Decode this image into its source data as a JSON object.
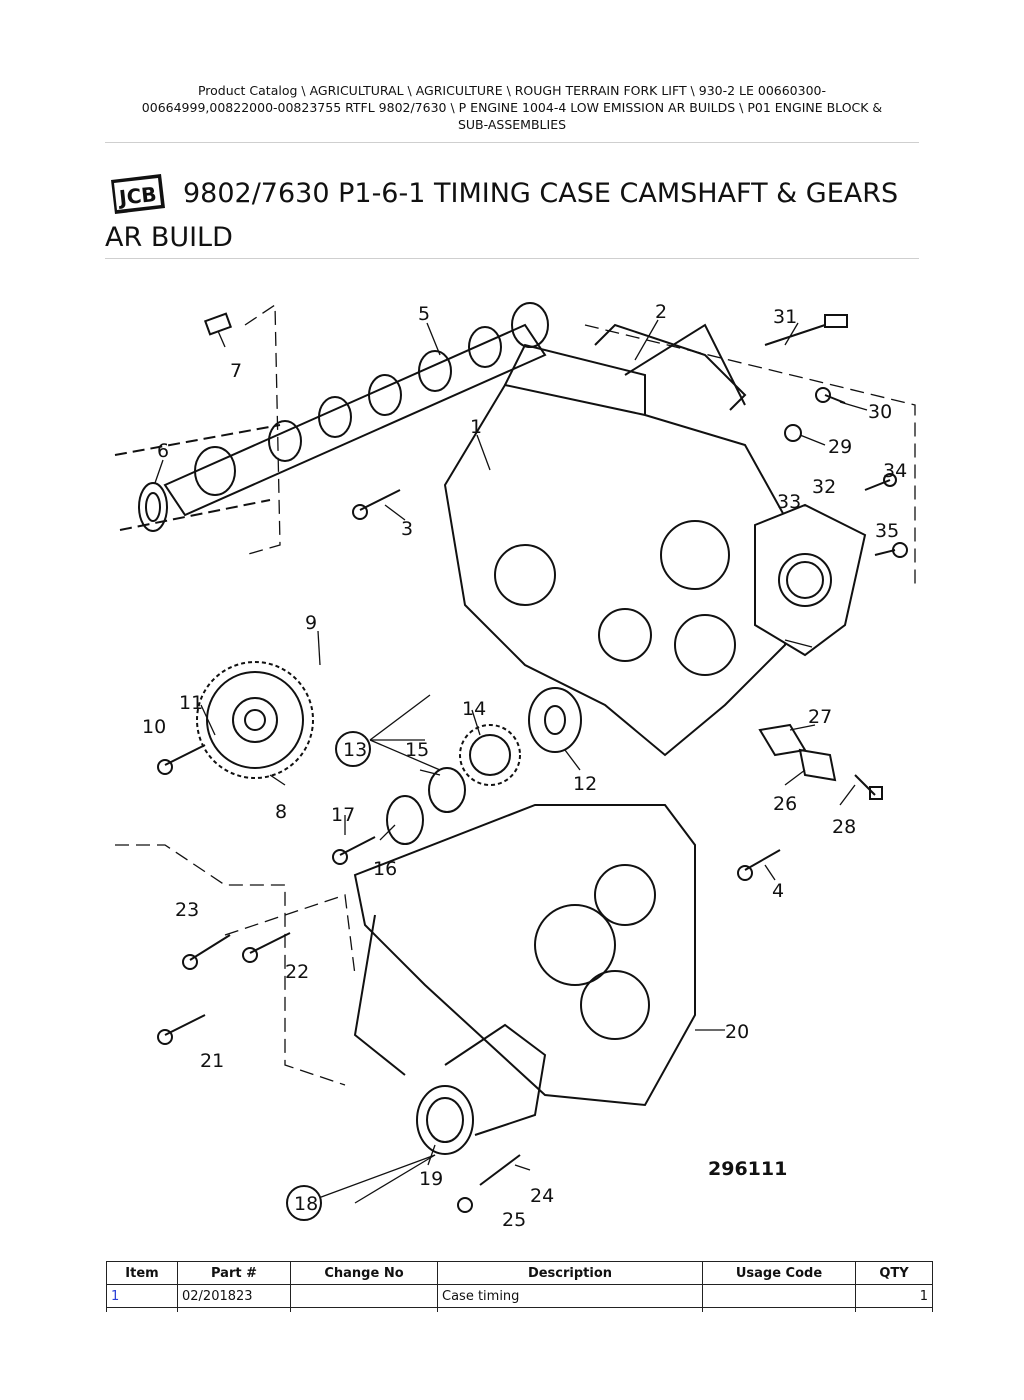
{
  "breadcrumb": {
    "line1": "Product Catalog  \\  AGRICULTURAL  \\  AGRICULTURE  \\  ROUGH TERRAIN FORK LIFT  \\  930-2 LE 00660300-",
    "line2": "00664999,00822000-00823755 RTFL 9802/7630  \\  P ENGINE 1004-4 LOW EMISSION AR BUILDS  \\  P01 ENGINE BLOCK &",
    "line3": "SUB-ASSEMBLIES"
  },
  "header": {
    "logo_text": "JCB",
    "title": "9802/7630 P1-6-1 TIMING CASE CAMSHAFT & GEARS AR BUILD"
  },
  "diagram": {
    "figure_number": "296111",
    "callouts": [
      "1",
      "2",
      "3",
      "4",
      "5",
      "6",
      "7",
      "8",
      "9",
      "10",
      "11",
      "12",
      "13",
      "14",
      "15",
      "16",
      "17",
      "18",
      "19",
      "20",
      "21",
      "22",
      "23",
      "24",
      "25",
      "26",
      "27",
      "28",
      "29",
      "30",
      "31",
      "32",
      "33",
      "34",
      "35"
    ]
  },
  "table": {
    "headers": [
      "Item",
      "Part #",
      "Change No",
      "Description",
      "Usage Code",
      "QTY"
    ],
    "rows": [
      {
        "item": "1",
        "part": "02/201823",
        "change": "",
        "description": "Case timing",
        "usage": "",
        "qty": "1"
      }
    ]
  }
}
